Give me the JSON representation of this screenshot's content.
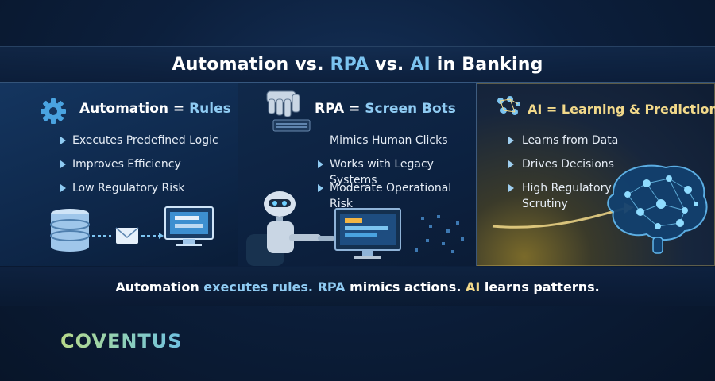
{
  "title": {
    "part1": "Automation vs. ",
    "part2": "RPA",
    "part3": " vs. ",
    "part4": "AI",
    "part5": " in Banking"
  },
  "panels": [
    {
      "heading_a": "Automation",
      "heading_b": " = ",
      "heading_c": "Rules",
      "icon": "gear-icon",
      "bullets": [
        "Executes Predefined Logic",
        "Improves Efficiency",
        "Low Regulatory Risk"
      ],
      "illustration": [
        "database-icon",
        "envelope-icon",
        "monitor-icon"
      ]
    },
    {
      "heading_a": "RPA",
      "heading_b": " = ",
      "heading_c": "Screen Bots",
      "icon": "robot-hand-icon",
      "bullets": [
        "Mimics Human Clicks",
        "Works with Legacy Systems",
        "Moderate Operational Risk"
      ],
      "illustration": [
        "robot-icon",
        "monitor-icon"
      ]
    },
    {
      "heading_a": "AI",
      "heading_b": " = ",
      "heading_c": "Learning & Predictions",
      "icon": "neural-network-icon",
      "bullets": [
        "Learns from Data",
        "Drives Decisions"
      ],
      "bullet3_line1": "High Regulatory",
      "bullet3_line2": "Scrutiny",
      "illustration": [
        "brain-network-icon",
        "growth-arrow-icon"
      ]
    }
  ],
  "footer": {
    "s1": "Automation",
    "s2": " executes rules. ",
    "s3": "RPA",
    "s4": " mimics actions. ",
    "s5": "AI",
    "s6": " learns patterns."
  },
  "brand": "COVENTUS",
  "colors": {
    "background": "#0c1f3c",
    "accent_blue": "#8fcbf2",
    "accent_gold": "#f2d98a",
    "text": "#ffffff"
  }
}
